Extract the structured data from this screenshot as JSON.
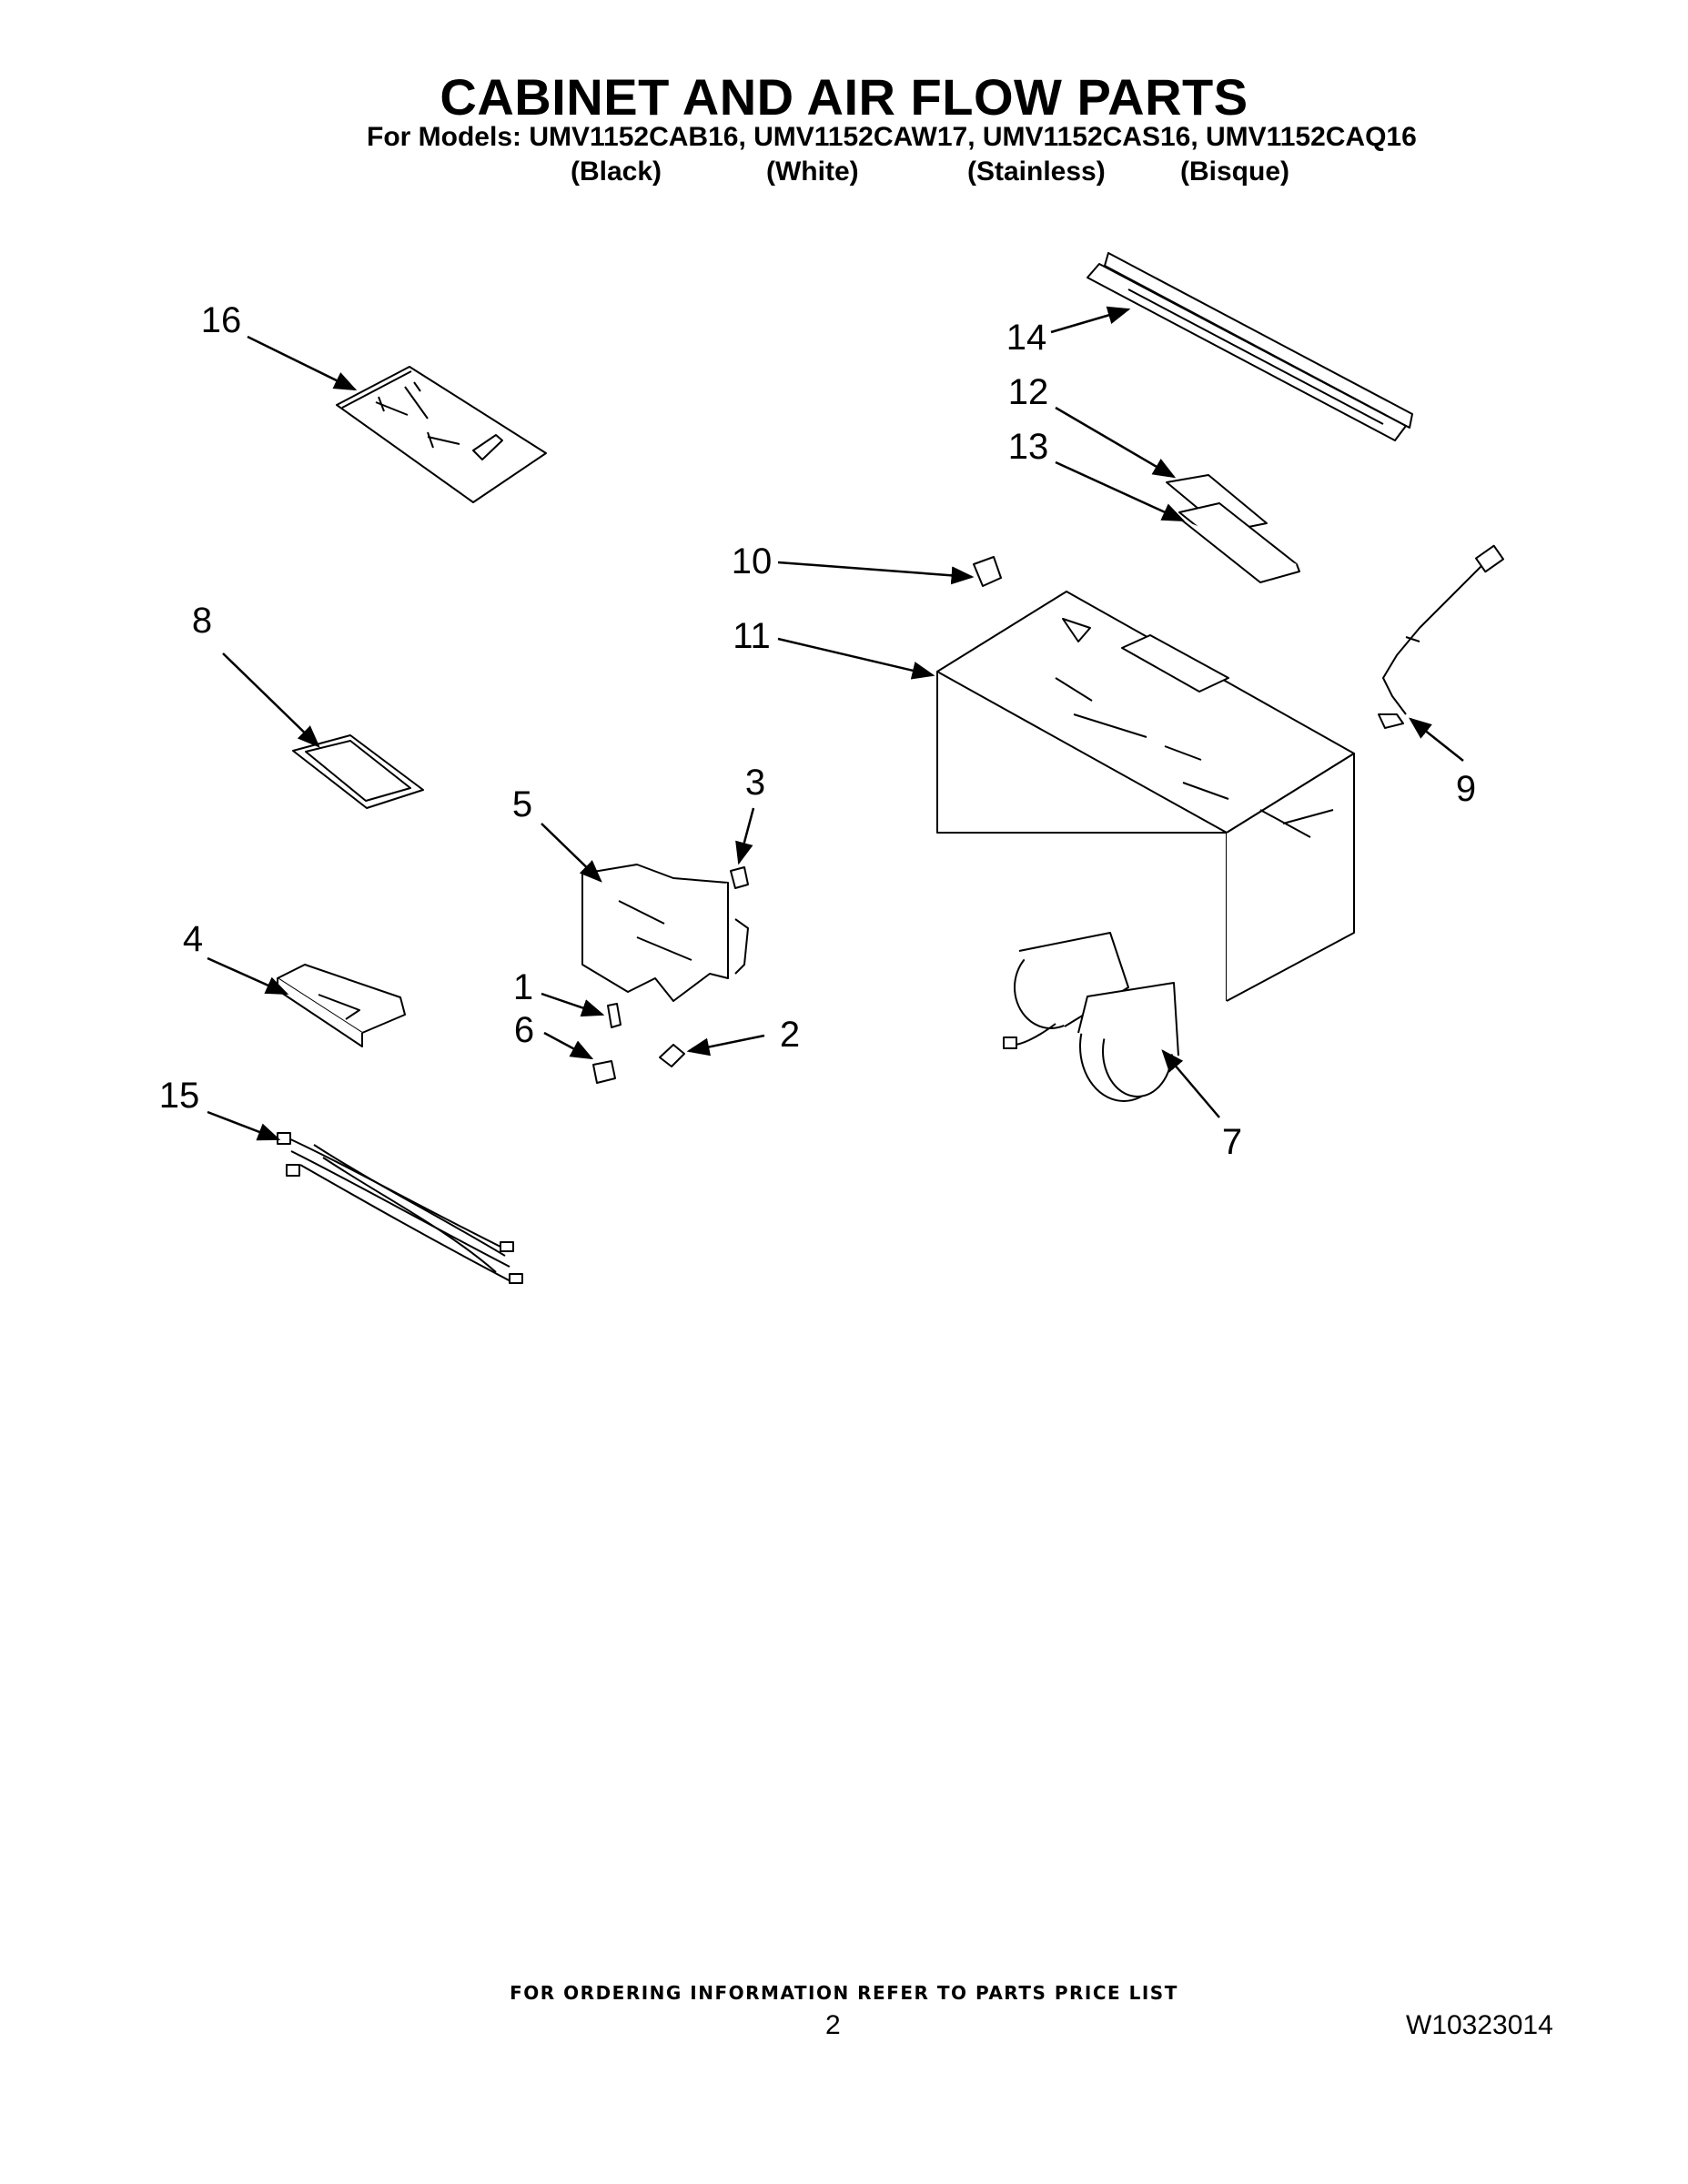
{
  "header": {
    "title": "CABINET AND AIR FLOW PARTS",
    "models_line": "For Models: UMV1152CAB16, UMV1152CAW17, UMV1152CAS16, UMV1152CAQ16",
    "colors": [
      "(Black)",
      "(White)",
      "(Stainless)",
      "(Bisque)"
    ]
  },
  "callouts": [
    "1",
    "2",
    "3",
    "4",
    "5",
    "6",
    "7",
    "8",
    "9",
    "10",
    "11",
    "12",
    "13",
    "14",
    "15",
    "16"
  ],
  "footer": {
    "ordering_note": "FOR ORDERING INFORMATION REFER TO PARTS PRICE LIST",
    "page_number": "2",
    "document_number": "W10323014"
  }
}
